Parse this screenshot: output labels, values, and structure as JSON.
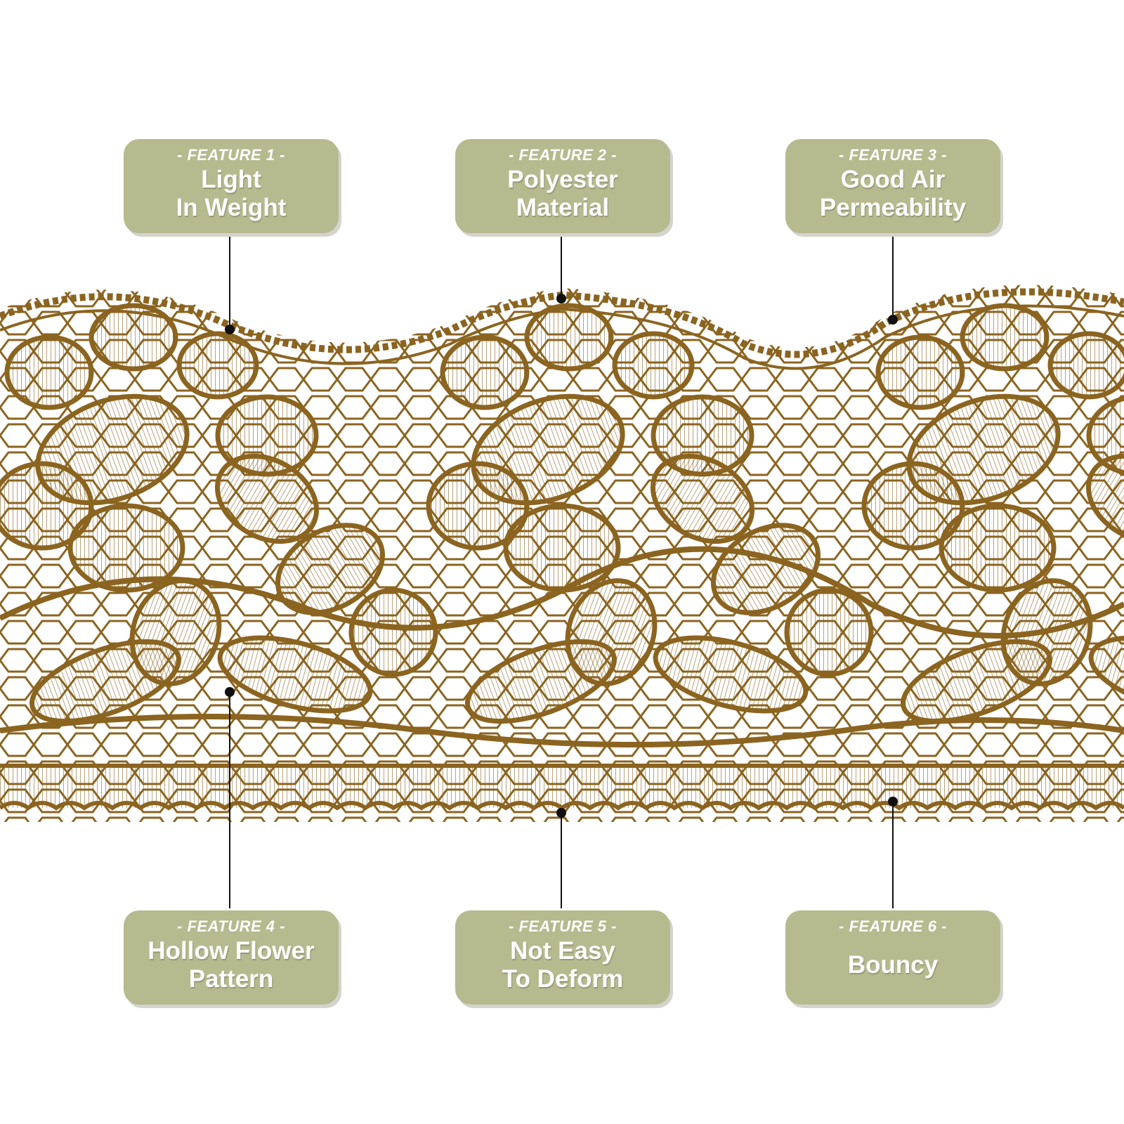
{
  "colors": {
    "lace": "#8b6420",
    "lace_light": "#a98245",
    "badge": "#b7b98f",
    "badge_text": "#ffffff",
    "leader": "#111111"
  },
  "image": {
    "subject": "lace-trim-photo"
  },
  "features": [
    {
      "kicker": "- FEATURE 1 -",
      "line1": "Light",
      "line2": "In Weight"
    },
    {
      "kicker": "- FEATURE 2 -",
      "line1": "Polyester",
      "line2": "Material"
    },
    {
      "kicker": "- FEATURE 3 -",
      "line1": "Good Air",
      "line2": "Permeability"
    },
    {
      "kicker": "- FEATURE 4 -",
      "line1": "Hollow Flower",
      "line2": "Pattern"
    },
    {
      "kicker": "- FEATURE 5 -",
      "line1": "Not Easy",
      "line2": "To Deform"
    },
    {
      "kicker": "- FEATURE 6 -",
      "line1": "Bouncy"
    }
  ]
}
